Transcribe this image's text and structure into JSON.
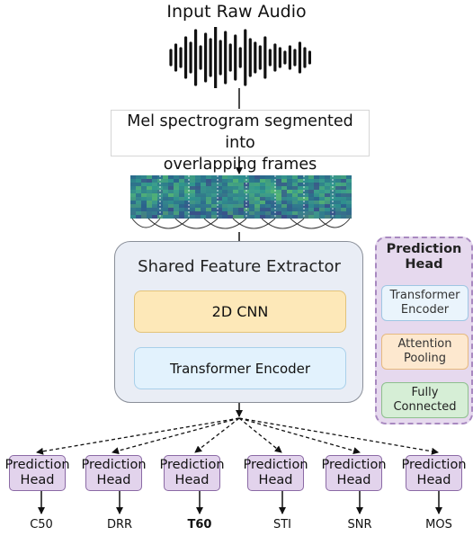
{
  "title": "Input Raw Audio",
  "mel_box": {
    "line1": "Mel spectrogram segmented into",
    "line2": "overlapping frames"
  },
  "feature_extractor": {
    "title": "Shared Feature Extractor",
    "cnn_label": "2D CNN",
    "transformer_label": "Transformer Encoder"
  },
  "prediction_head_detail": {
    "title": "Prediction Head",
    "transformer_label": "Transformer Encoder",
    "pooling_label": "Attention Pooling",
    "fc_label": "Fully Connected"
  },
  "heads": [
    {
      "label": "Prediction Head",
      "metric": "C50"
    },
    {
      "label": "Prediction Head",
      "metric": "DRR"
    },
    {
      "label": "Prediction Head",
      "metric": "T60"
    },
    {
      "label": "Prediction Head",
      "metric": "STI"
    },
    {
      "label": "Prediction Head",
      "metric": "SNR"
    },
    {
      "label": "Prediction Head",
      "metric": "MOS"
    }
  ],
  "colors": {
    "extractor_fill": "#e9edf5",
    "cnn_fill": "#fde8b8",
    "transformer_fill": "#e2f2fd",
    "head_fill": "#e2d3ec",
    "head_detail_fill": "#e6d9ee",
    "pooling_fill": "#fde8cf",
    "fc_fill": "#d6eed6"
  },
  "icons": {
    "waveform": "audio-waveform-icon",
    "spectrogram": "mel-spectrogram-image"
  }
}
